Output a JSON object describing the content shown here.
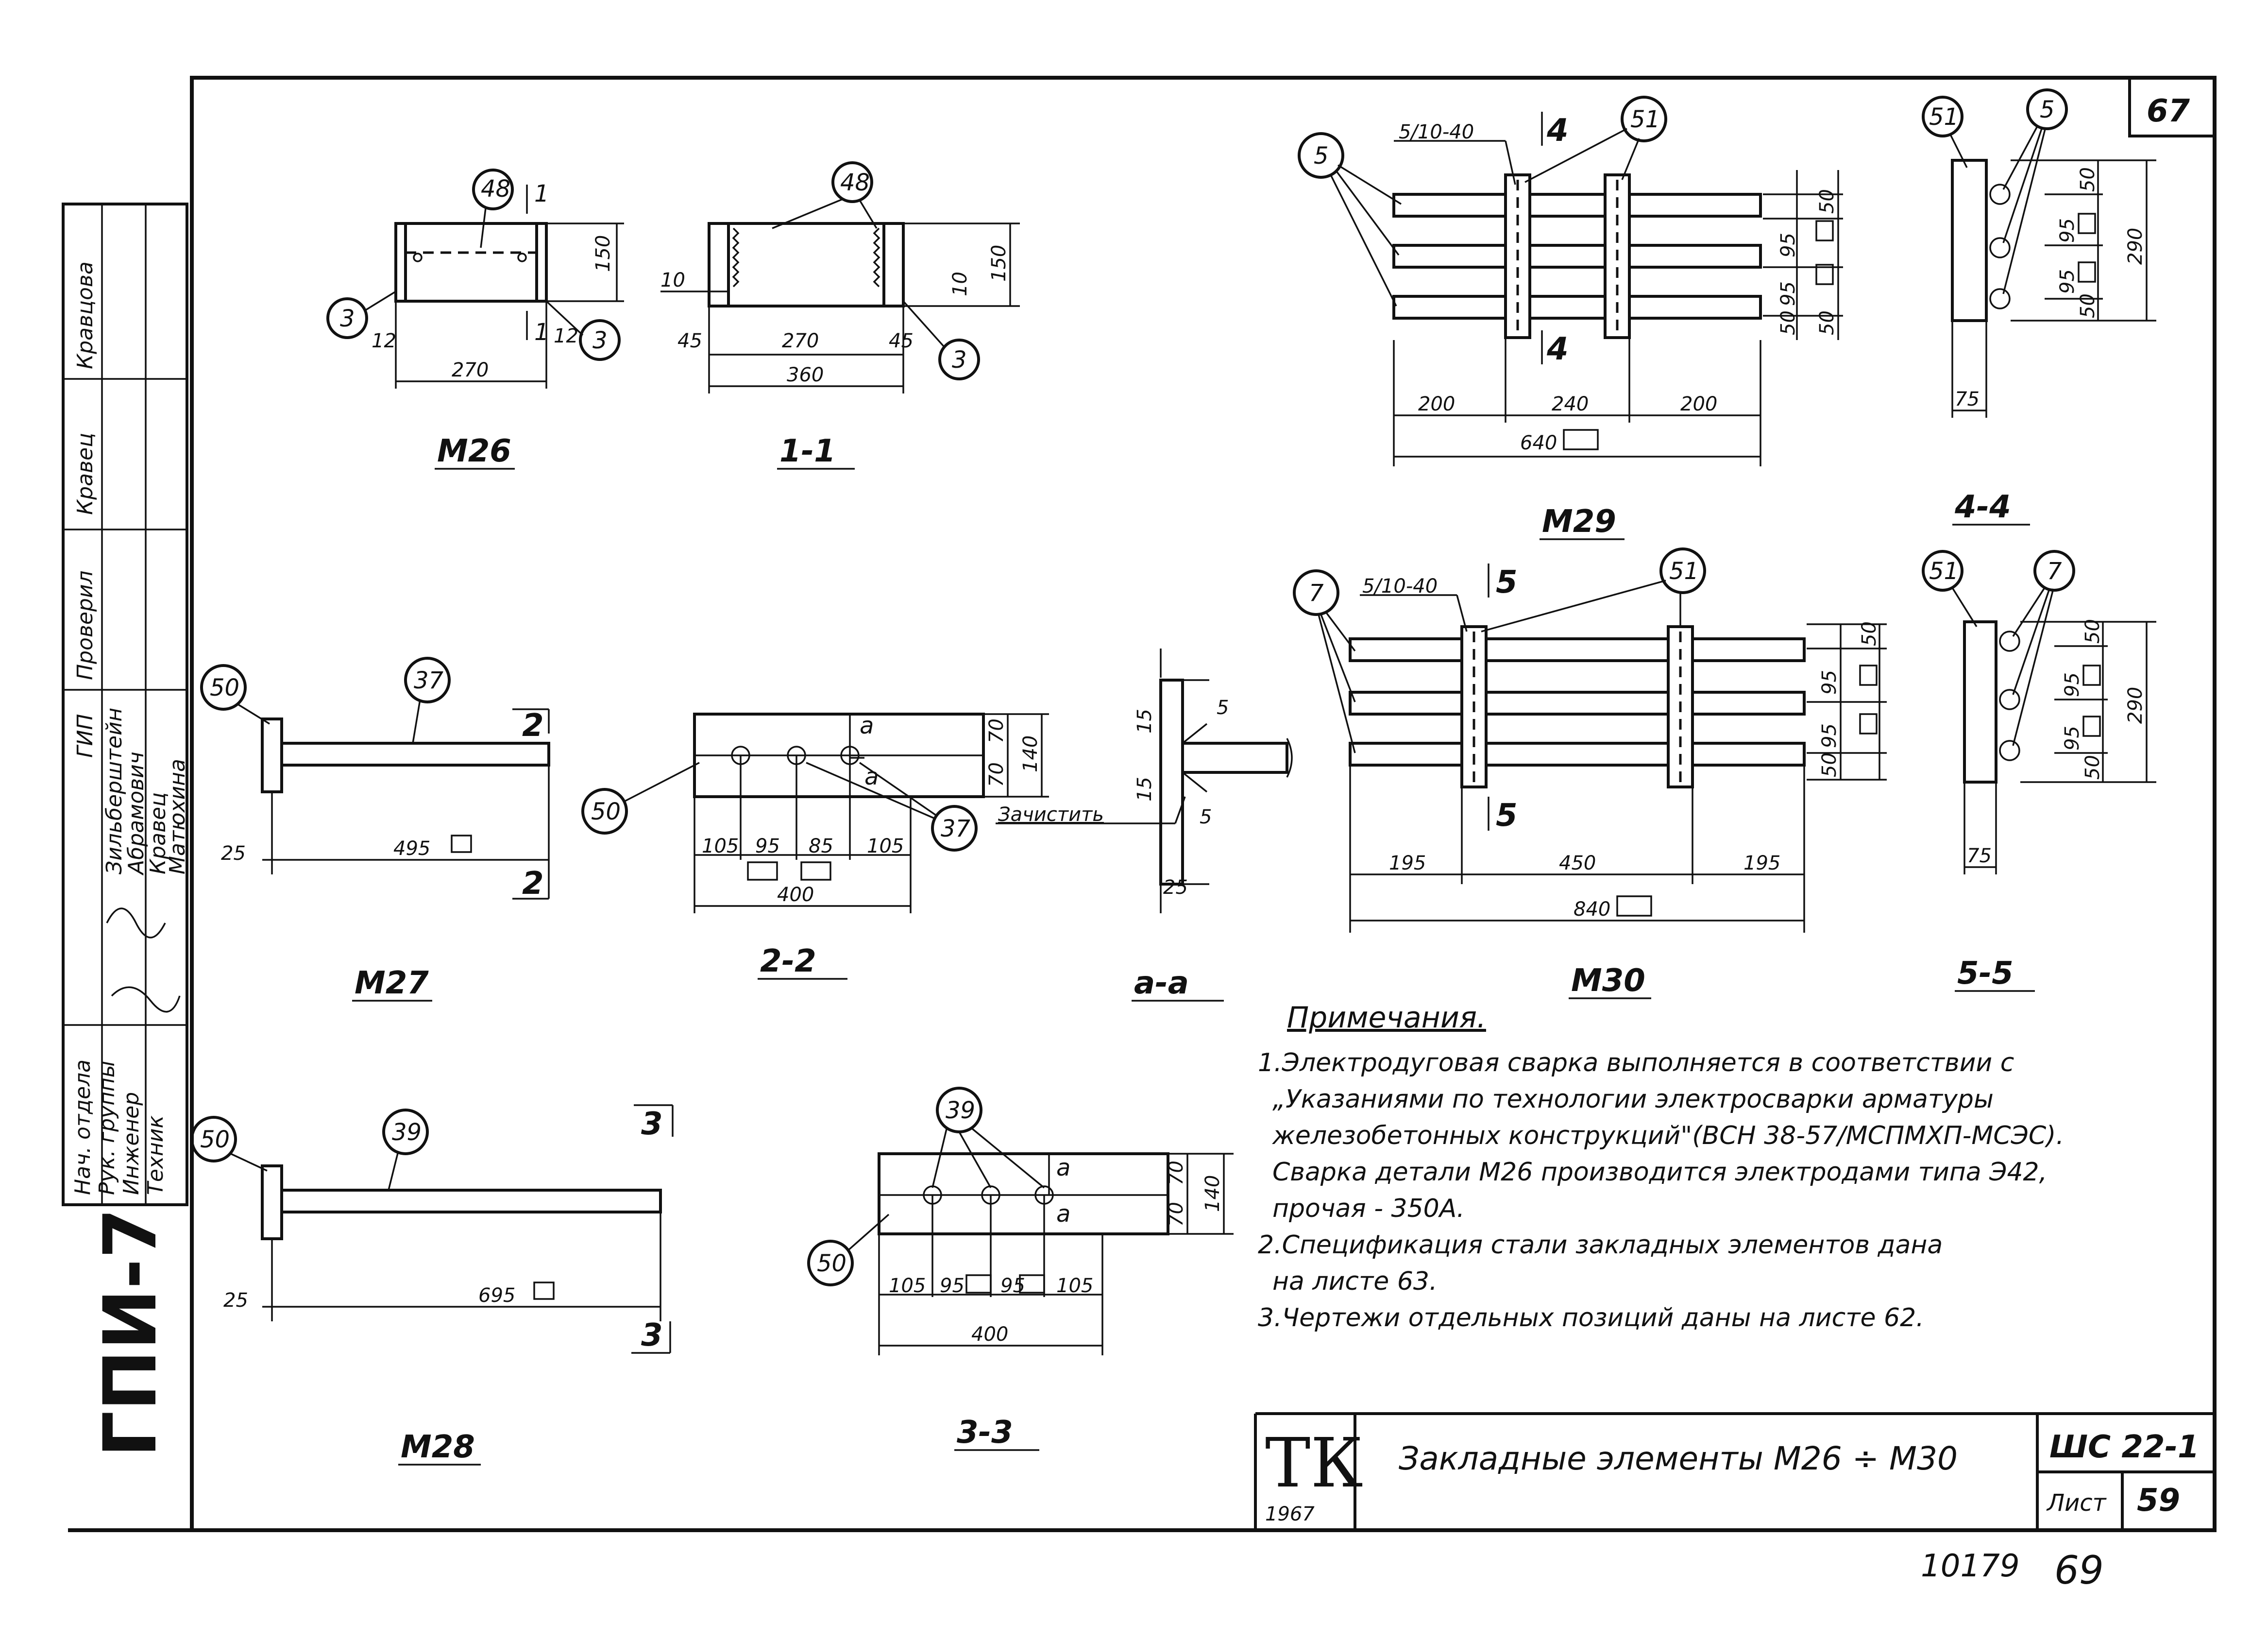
{
  "views": {
    "m26": {
      "title": "М26",
      "dims": [
        "270",
        "12",
        "12",
        "150"
      ],
      "callouts": [
        "48",
        "3",
        "3"
      ]
    },
    "s1": {
      "title": "1-1",
      "dims": [
        "45",
        "270",
        "45",
        "360",
        "10",
        "150",
        "10"
      ],
      "callouts": [
        "48",
        "3"
      ]
    },
    "m27": {
      "title": "М27",
      "dims": [
        "495",
        "25"
      ],
      "callouts": [
        "50",
        "37"
      ]
    },
    "s2": {
      "title": "2-2",
      "dims": [
        "105",
        "95",
        "85",
        "105",
        "400",
        "70",
        "70",
        "140"
      ],
      "callouts": [
        "50",
        "37"
      ]
    },
    "aa": {
      "title": "а-а",
      "dims": [
        "15",
        "15",
        "25",
        "5",
        "5"
      ],
      "label": "Зачистить"
    },
    "m28": {
      "title": "М28",
      "dims": [
        "695",
        "25"
      ],
      "callouts": [
        "50",
        "39"
      ]
    },
    "s3": {
      "title": "3-3",
      "dims": [
        "105",
        "95",
        "95",
        "105",
        "400",
        "70",
        "70",
        "140"
      ],
      "callouts": [
        "39",
        "50"
      ]
    },
    "m29": {
      "title": "М29",
      "dims": [
        "200",
        "240",
        "200",
        "640",
        "5/10-40",
        "50",
        "95",
        "95",
        "50",
        "50"
      ],
      "callouts": [
        "5",
        "51"
      ]
    },
    "s4": {
      "title": "4-4",
      "dims": [
        "75",
        "290",
        "50",
        "95",
        "95",
        "50"
      ],
      "callouts": [
        "51",
        "5"
      ]
    },
    "m30": {
      "title": "М30",
      "dims": [
        "195",
        "450",
        "195",
        "840",
        "5/10-40",
        "50",
        "95",
        "95",
        "50"
      ],
      "callouts": [
        "7",
        "51"
      ]
    },
    "s5": {
      "title": "5-5",
      "dims": [
        "75",
        "290",
        "50",
        "95",
        "95",
        "50"
      ],
      "callouts": [
        "51",
        "7"
      ]
    }
  },
  "cut_marks": {
    "c1": "1",
    "c2": "2",
    "c3": "3",
    "c4": "4",
    "c5": "5",
    "ca": "а"
  },
  "notes": {
    "heading": "Примечания.",
    "lines": [
      "1.Электродуговая сварка выполняется в соответствии с",
      "„Указаниями по технологии электросварки арматуры",
      "железобетонных конструкций\"(ВСН 38-57/МСПМХП-МСЭС).",
      "Сварка детали М26 производится электродами типа Э42,",
      "прочая - 350А.",
      "2.Спецификация стали закладных элементов дана",
      "на листе 63.",
      "3.Чертежи отдельных позиций даны на листе 62."
    ]
  },
  "title_block": {
    "logo": "ТК",
    "year": "1967",
    "title": "Закладные элементы М26 ÷ М30",
    "series": "ШС 22-1",
    "sheet_label": "Лист",
    "sheet_no": "59",
    "corner_no": "67"
  },
  "footer": {
    "inv": "10179",
    "page": "69"
  },
  "side_stamp": {
    "org": "ГПИ-7",
    "roles": [
      "Нач. отдела",
      "Рук. группы",
      "Инженер",
      "Техник"
    ],
    "names": [
      "Зильберштейн",
      "Абрамович",
      "Кравец",
      "Матюхина"
    ],
    "gip": "ГИП",
    "checked_label": "Проверил",
    "checked_name": "Кравец",
    "norm_label": "Кравцова"
  }
}
